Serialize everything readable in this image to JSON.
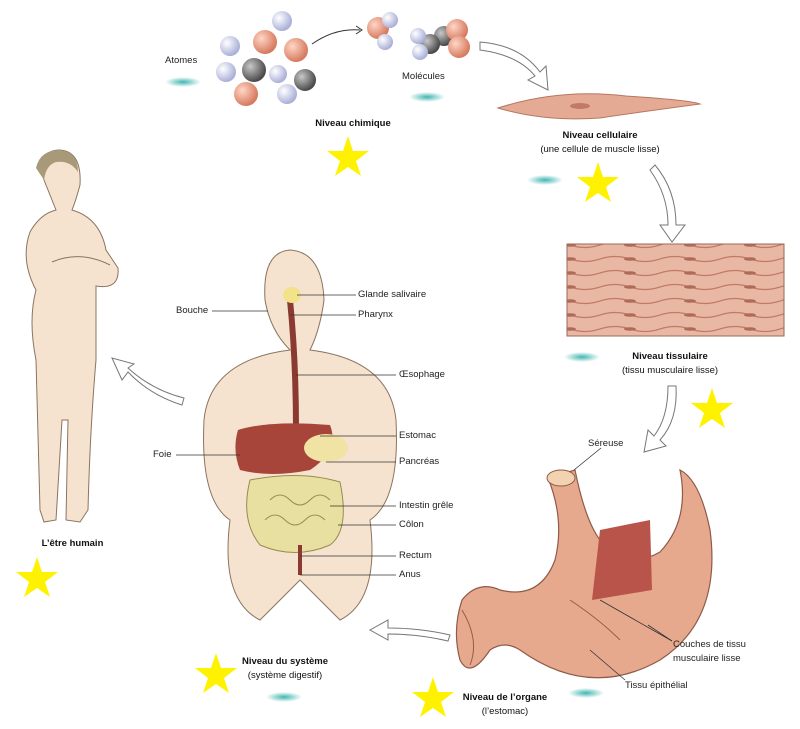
{
  "levels": {
    "chemical": {
      "title": "Niveau chimique",
      "atoms_label": "Atomes",
      "molecules_label": "Molécules"
    },
    "cellular": {
      "title": "Niveau cellulaire",
      "subtitle": "(une cellule de muscle lisse)"
    },
    "tissue": {
      "title": "Niveau tissulaire",
      "subtitle": "(tissu musculaire lisse)"
    },
    "organ": {
      "title": "Niveau de l’organe",
      "subtitle": "(l’estomac)"
    },
    "system": {
      "title": "Niveau du système",
      "subtitle": "(système digestif)"
    },
    "organism": {
      "title": "L’être humain"
    }
  },
  "organ_labels": {
    "sereuse": "Séreuse",
    "couches": "Couches de tissu",
    "couches2": "musculaire lisse",
    "epithelial": "Tissu épithélial"
  },
  "system_labels": {
    "left": {
      "bouche": "Bouche",
      "foie": "Foie"
    },
    "right": {
      "glande": "Glande salivaire",
      "pharynx": "Pharynx",
      "oesophage": "Œsophage",
      "estomac": "Estomac",
      "pancreas": "Pancréas",
      "intestin": "Intestin grêle",
      "colon": "Côlon",
      "rectum": "Rectum",
      "anus": "Anus"
    }
  },
  "colors": {
    "skin": "#f6e3cf",
    "skin_outline": "#8a7460",
    "muscle": "#d99a86",
    "liver": "#a8453a",
    "intestine": "#e8e0a0",
    "star": "#fff200",
    "marker": "#4fc0b8",
    "atom_blue": "#c9cde8",
    "atom_orange": "#e89a80",
    "atom_gray": "#7a7a7a"
  }
}
